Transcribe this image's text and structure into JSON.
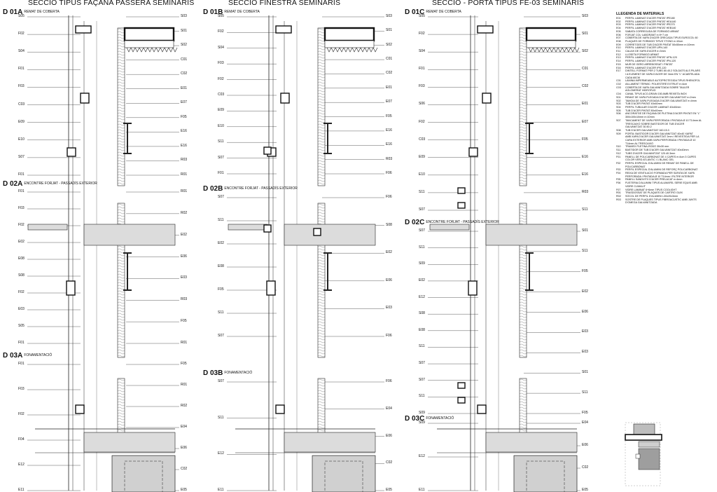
{
  "columns": [
    {
      "title": "SECCIÓ TIPUS FAÇANA PASSERA SEMINARIS",
      "details": [
        {
          "id": "D 01A",
          "name": "REMAT DE COBERTA",
          "left_codes": [
            "S05",
            "F02",
            "S04",
            "F01",
            "F03",
            "C03",
            "E09",
            "E10",
            "S07",
            "F01"
          ],
          "right_codes": [
            "S03",
            "S01",
            "S02",
            "C01",
            "C02",
            "E01",
            "E07",
            "F05",
            "E16",
            "E16",
            "R03",
            "R01"
          ]
        },
        {
          "id": "D 02A",
          "name": "ENCONTRE FORJAT - PASSADÍS EXTERIOR",
          "left_codes": [
            "F01",
            "F03",
            "F02",
            "E02",
            "E08",
            "S08",
            "F02",
            "E03",
            "S05",
            "F01"
          ],
          "right_codes": [
            "R01",
            "R02",
            "E02",
            "E06",
            "E03",
            "R03",
            "F05",
            "R01"
          ]
        },
        {
          "id": "D 03A",
          "name": "FONAMENTACIÓ",
          "left_codes": [
            "F01",
            "F03",
            "F02",
            "F04",
            "E12",
            "E11"
          ],
          "right_codes": [
            "F05",
            "R01",
            "R02",
            "E04",
            "E06",
            "C02",
            "E05"
          ]
        }
      ]
    },
    {
      "title": "SECCIÓ FINESTRA SEMINARIS",
      "details": [
        {
          "id": "D 01B",
          "name": "REMAT DE COBERTA",
          "left_codes": [
            "S05",
            "F02",
            "S04",
            "F03",
            "F02",
            "C03",
            "E09",
            "E10",
            "S11",
            "S07",
            "F01"
          ],
          "right_codes": [
            "S03",
            "S01",
            "S02",
            "C01",
            "C02",
            "E01",
            "E07",
            "F05",
            "E16",
            "E16",
            "R03",
            "F06"
          ]
        },
        {
          "id": "D 02B",
          "name": "ENCONTRE FORJAT - PASSADÍS EXTERIOR",
          "left_codes": [
            "S07",
            "S11",
            "E02",
            "E08",
            "F05",
            "S11",
            "S07"
          ],
          "right_codes": [
            "F06",
            "S08",
            "E02",
            "E06",
            "E03",
            "F06"
          ]
        },
        {
          "id": "D 03B",
          "name": "FONAMENTACIÓ",
          "left_codes": [
            "S07",
            "S11",
            "E12",
            "E11"
          ],
          "right_codes": [
            "F06",
            "E04",
            "E06",
            "C02",
            "E05"
          ]
        }
      ]
    },
    {
      "title": "SECCIÓ - PORTA TIPUS FE-03 SEMINARIS",
      "details": [
        {
          "id": "D 01C",
          "name": "REMAT DE COBERTA",
          "left_codes": [
            "S05",
            "F02",
            "S04",
            "F01",
            "F03",
            "S06",
            "F02",
            "C03",
            "E09",
            "E10",
            "S11",
            "S07"
          ],
          "right_codes": [
            "S03",
            "S01",
            "S02",
            "C01",
            "C02",
            "E01",
            "E07",
            "F05",
            "E16",
            "E16",
            "R03",
            "S11"
          ]
        },
        {
          "id": "D 02C",
          "name": "ENCONTRE FORJAT - PASSADÍS EXTERIOR",
          "left_codes": [
            "S07",
            "S11",
            "S09",
            "E02",
            "E12",
            "S08",
            "E08",
            "S11",
            "S07",
            "S07",
            "S11",
            "S09"
          ],
          "right_codes": [
            "S01",
            "S11",
            "F05",
            "E02",
            "E06",
            "E03",
            "E03",
            "S01",
            "S11",
            "F05"
          ]
        },
        {
          "id": "D 03C",
          "name": "FONAMENTACIÓ",
          "left_codes": [
            "S09",
            "E12",
            "E11"
          ],
          "right_codes": [
            "E04",
            "E06",
            "C02",
            "E05"
          ]
        }
      ]
    }
  ],
  "legend": {
    "title": "LLEGENDA DE MATERIALS",
    "items": [
      {
        "code": "E01",
        "text": "PERFIL LAMINAT D'ACER PINTAT IPE180"
      },
      {
        "code": "E02",
        "text": "PERFIL LAMINAT D'ACER PINTAT HEA140"
      },
      {
        "code": "E03",
        "text": "PERFIL LAMINAT D'ACER PINTAT IPE270"
      },
      {
        "code": "E04",
        "text": "PERFIL LAMINAT D'ACER PINTAT HEB140"
      },
      {
        "code": "E05",
        "text": "SABATA CORREGUDA DE FORMIGÓ ARMAT"
      },
      {
        "code": "E06",
        "text": "FORJAT COL·LABORANT e=9+7 cm"
      },
      {
        "code": "E07",
        "text": "COBERTA DE XAPA D'ACER GRECADA TIPUS EUROCOL 60"
      },
      {
        "code": "E08",
        "text": "PLAQUES DE FORMIGÓ TIPUS YTONG e=10cm"
      },
      {
        "code": "E09",
        "text": "CORRETGES DE TUB D'ACER PINTAT 50x50mm e=10mm"
      },
      {
        "code": "E10",
        "text": "PERFIL LAMINAT D'ACER UPN-140"
      },
      {
        "code": "E11",
        "text": "CALAIX DE XAPA D'ACER e=3mm"
      },
      {
        "code": "E12",
        "text": "LLOSETA FORMIGÓ ARMAT"
      },
      {
        "code": "E13",
        "text": "PERFIL LAMINAT D'ACER PINTAT UPN-120"
      },
      {
        "code": "E14",
        "text": "PERFIL LAMINAT D'ACER PINTAT IPN-120"
      },
      {
        "code": "E15",
        "text": "MUR DE GERO ARREBOSSAT I PINTAT"
      },
      {
        "code": "E16",
        "text": "PERFIL LAMINAT D'ACER IPE-120"
      },
      {
        "code": "E17",
        "text": "DINTELL FORMAT PER 2 TUBS 80.40.2 SOLDATS ALS PILARS"
      },
      {
        "code": "",
        "text": "I A ELEMENT DE XAPA D'ACER DE 3mm EN \"L\" ACABTELADA"
      },
      {
        "code": "",
        "text": "CADA 60CM"
      },
      {
        "code": "C01",
        "text": "LÀMINA IMPERMEABLE AUTOPROTEGIDA TIPUS RHENOFOL"
      },
      {
        "code": "C02",
        "text": "AILLAMENT TÈRMIC: POLIESTIRÈ EXTRUIT e=4cm"
      },
      {
        "code": "C03",
        "text": "COBERTA DE XAPA GALVANITZADA SOBRE TAULER"
      },
      {
        "code": "",
        "text": "AGLOMERAT HIDRÒFUG"
      },
      {
        "code": "C04",
        "text": "CANAL TIPUS ACO-DRAIN 150 AMB REIXETA INOX"
      },
      {
        "code": "S01",
        "text": "REMAT DE XAPA PLEGADA D'ACER GALVANITZAT e=2mm"
      },
      {
        "code": "S02",
        "text": "TAMOIA DE XAPA PLEGADA D'ACER GALVANITZAT e=4mm"
      },
      {
        "code": "S03",
        "text": "TUB D'ACER PINTAT 40x40mm"
      },
      {
        "code": "S04",
        "text": "PERFIL TUBULAR D'ACER LAMINAT 40x40mm"
      },
      {
        "code": "S05",
        "text": "TUB D'ACER PINTAT 80x40mm"
      },
      {
        "code": "S06",
        "text": "ANCORATGE DE FAÇANA DE PLETINA D'ACER PINTAT EN \"L\""
      },
      {
        "code": "",
        "text": "300x100x10mm e=10mm"
      },
      {
        "code": "S07",
        "text": "TANCAMENT DE XAPA PERFORADA I PINTADA Ø 10 T14mm AL"
      },
      {
        "code": "",
        "text": "TRESCAIXÓ SOBRE BASTIDOR DE TUB D'ACER"
      },
      {
        "code": "",
        "text": "GALVANITZAT 30.50.2"
      },
      {
        "code": "S08",
        "text": "TUB D'ACER GALVANITZAT 160.15.3"
      },
      {
        "code": "S09",
        "text": "PORTA: BASTIDOR D'ACER GALVANITZAT 40x40 XAPAT"
      },
      {
        "code": "",
        "text": "AMB XAPA D'ACER GALVANITZAT 2mm I REVESTIDA PER LA"
      },
      {
        "code": "",
        "text": "CARA EXTERIOR AMB XAPA PERFORADA I PINTADA Ø 10"
      },
      {
        "code": "",
        "text": "T14mm AL TRESCAIXÓ"
      },
      {
        "code": "S10",
        "text": "TRAMEX PLETINA-RODÓ 30x30 mm"
      },
      {
        "code": "S11",
        "text": "BASTIDOR DE TUB D'ACER GALVANITZAT 40x40mm"
      },
      {
        "code": "S12",
        "text": "TUBS D'ACER GALVANITZAT 120.40.3mm"
      },
      {
        "code": "F01",
        "text": "PANELL DE POLICARBONAT DE 4 CAPES e=4cm 3 CAPES"
      },
      {
        "code": "",
        "text": "COLOR VERD ATLÀNTIC I 1 BLANC GEL"
      },
      {
        "code": "F02",
        "text": "PERFIL ESPECIAL D'ALUMINI DE REMAT DE PANELL DE"
      },
      {
        "code": "",
        "text": "POLICARBONAT"
      },
      {
        "code": "F03",
        "text": "PERFIL ESPECIAL D'ALUMINI DE REFORÇ POLICARBONAT"
      },
      {
        "code": "F04",
        "text": "REIXA DE VENTILACIÓ FORMADA PER SAFATA DE XAPA"
      },
      {
        "code": "",
        "text": "PERFORADA I PINTADA Ø 10 T14mm I FILTRE INTERIOR"
      },
      {
        "code": "F05",
        "text": "PANELL SANDVITX D'ACER PRELACAT e=4mm"
      },
      {
        "code": "F06",
        "text": "FUSTERIA D'ALUMINI TIPUS ALUMAFEL SERIE EQUIS AMB"
      },
      {
        "code": "",
        "text": "VIDRE CLIMALIT"
      },
      {
        "code": "F07",
        "text": "VIDRE LAMINAT 6+6mm TIPUS COOLIGHT"
      },
      {
        "code": "R01",
        "text": "TRASDOSSAT DE PLAQUES DE CARTRÓ GUIX"
      },
      {
        "code": "R02",
        "text": "SÒCOL DE PERFIL D'ALUMINI L30x20x3mm"
      },
      {
        "code": "R03",
        "text": "SOSTRE DE PLAQUES TIPUS FIBROACÚSTIC AMB JUNTS"
      },
      {
        "code": "",
        "text": "D'OMEGA GALVANITZADA"
      }
    ]
  }
}
